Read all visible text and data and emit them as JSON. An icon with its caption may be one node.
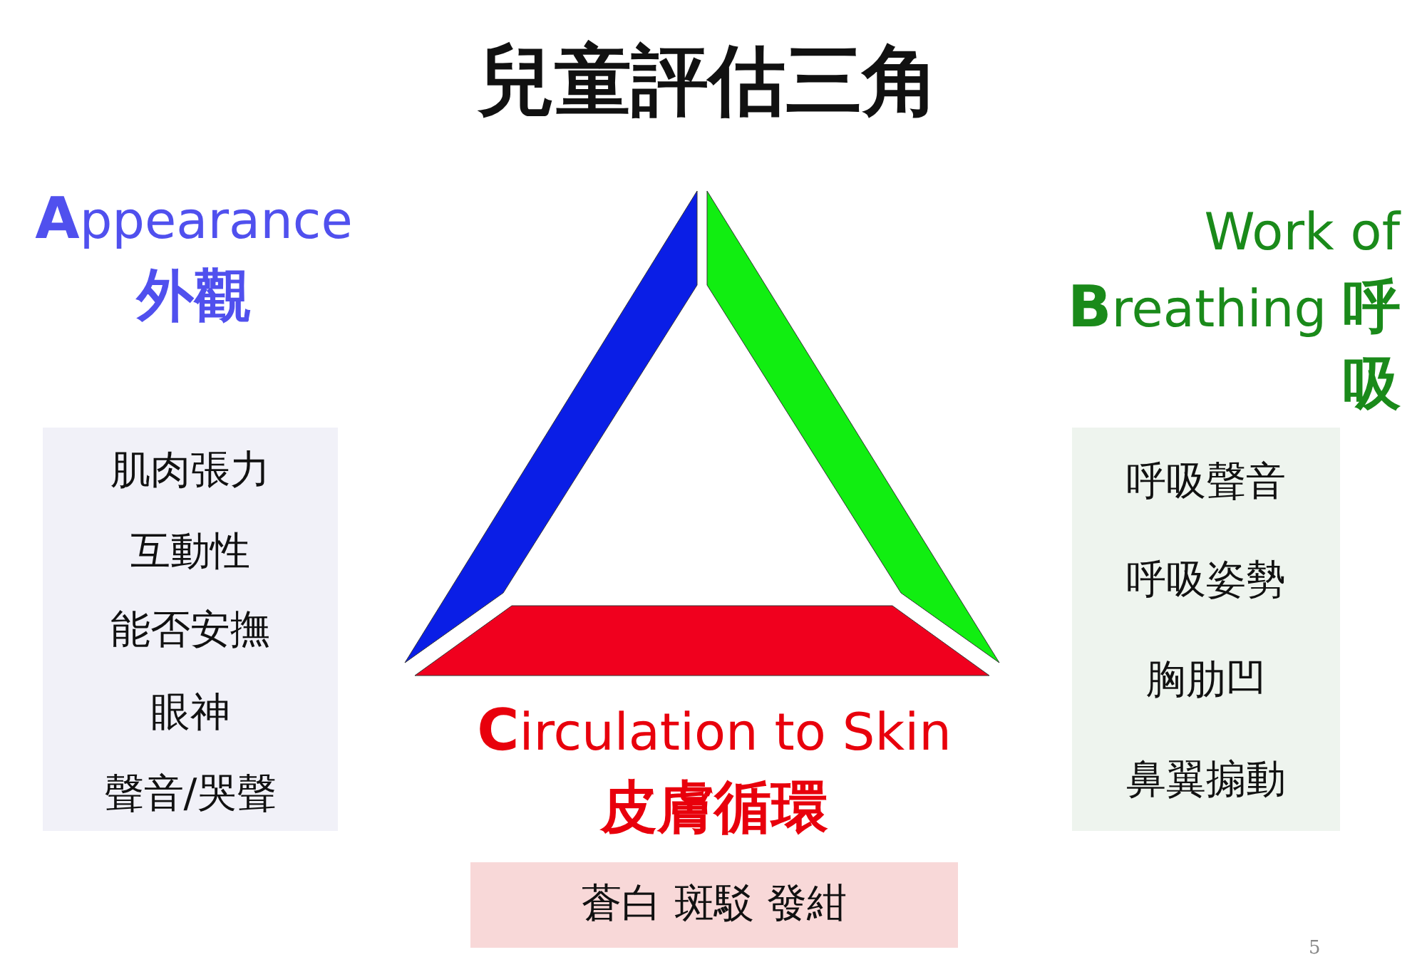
{
  "diagram": {
    "title": "兒童評估三角",
    "nodes": [
      {
        "text": [
          "**A**ppearance",
          "外觀",
          "肌肉張力",
          "互動性",
          "能否安撫",
          "眼神",
          "聲音/哭聲"
        ]
      },
      {
        "text": [
          "Work of **B**reathing **呼吸**",
          "呼吸聲音",
          "呼吸姿勢",
          "胸肋凹",
          "鼻翼搧動"
        ]
      },
      {
        "text": [
          "**C**irculation to Skin",
          "皮膚循環",
          "蒼白 斑駁 發紺"
        ]
      }
    ],
    "labels": [
      "5"
    ]
  }
}
